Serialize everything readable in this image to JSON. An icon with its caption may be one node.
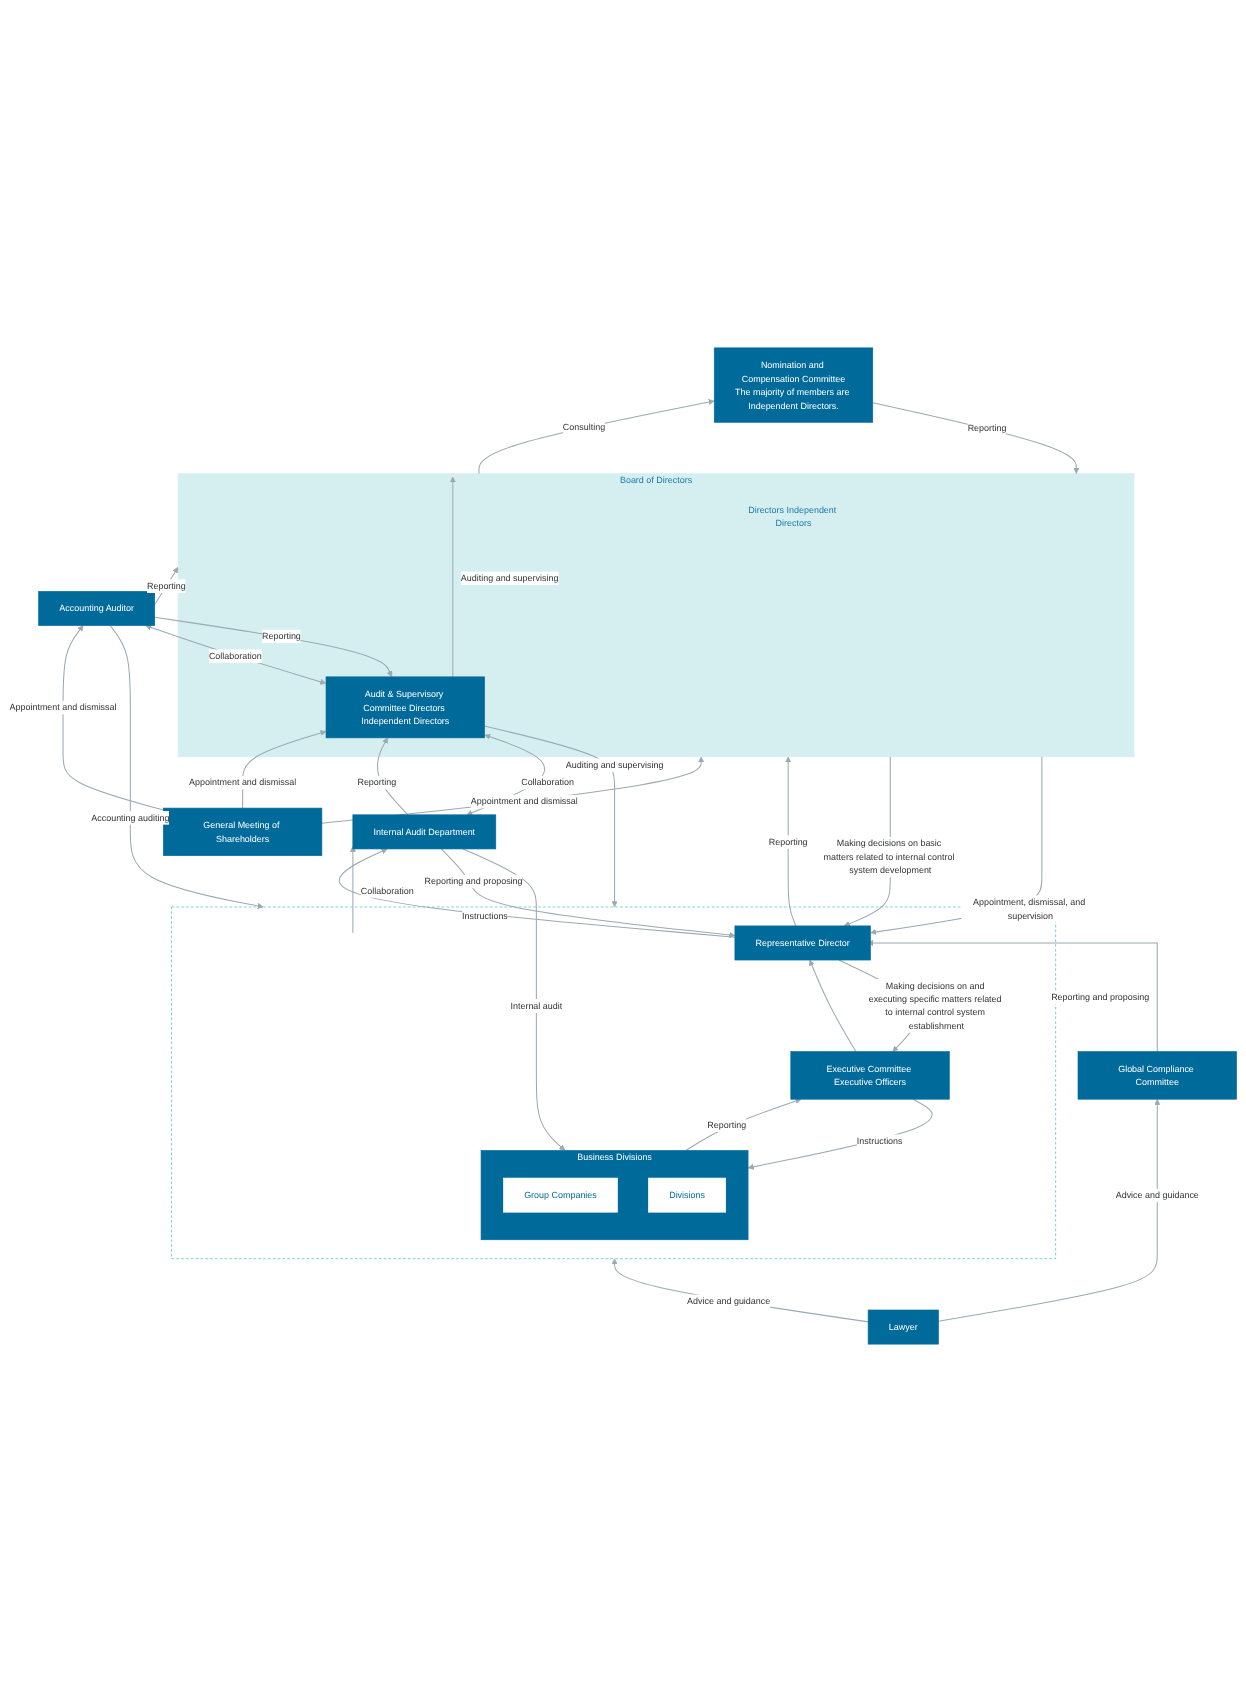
{
  "diagram": {
    "nodes": [
      {
        "text": [
          "General Meeting of Shareholders"
        ]
      },
      {
        "text": [
          "Nomination and Compensation Committee",
          "The majority of members are Independent Directors."
        ]
      },
      {
        "text": [
          "Board of Directors",
          "Directors Independent Directors"
        ]
      },
      {
        "text": [
          "Audit & Supervisory Committee Directors Independent Directors"
        ],
        "in": 2
      },
      {
        "text": [
          "Accounting Auditor"
        ]
      },
      {
        "text": [
          "Internal Audit Department"
        ]
      },
      {
        "text": [],
        "shape": "box"
      },
      {
        "text": [
          "Representative Director"
        ],
        "in": 6
      },
      {
        "text": [
          "Executive Committee Executive Officers"
        ],
        "in": 6
      },
      {
        "text": [
          "Business Divisions"
        ],
        "in": 6
      },
      {
        "text": [
          "Group Companies"
        ],
        "in": 9
      },
      {
        "text": [
          "Divisions"
        ],
        "in": 9
      },
      {
        "text": [
          "Global Compliance Committee"
        ]
      },
      {
        "text": [
          "Lawyer"
        ]
      }
    ],
    "edges": [
      {
        "from": 0,
        "to": 2,
        "arrow": "to",
        "label": "Appointment and dismissal"
      },
      {
        "from": 0,
        "to": 3,
        "arrow": "to",
        "label": "Appointment and dismissal"
      },
      {
        "from": 0,
        "to": 4,
        "arrow": "to",
        "label": "Appointment and dismissal"
      },
      {
        "from": 2,
        "to": 1,
        "arrow": "to",
        "label": "Consulting"
      },
      {
        "from": 1,
        "to": 2,
        "arrow": "to",
        "label": "Reporting"
      },
      {
        "from": 3,
        "to": 5,
        "arrow": "both",
        "label": "Collaboration"
      },
      {
        "from": 5,
        "to": 3,
        "arrow": "to",
        "label": "Reporting"
      },
      {
        "from": 4,
        "to": 2,
        "arrow": "to",
        "label": "Reporting"
      },
      {
        "from": 4,
        "to": 3,
        "arrow": "to",
        "label": "Reporting"
      },
      {
        "from": 3,
        "to": 4,
        "arrow": "both",
        "label": "Collaboration"
      },
      {
        "from": 3,
        "to": 2,
        "arrow": "to",
        "label": "Auditing and supervising"
      },
      {
        "from": 4,
        "to": 6,
        "arrow": "to",
        "label": "Accounting auditing"
      },
      {
        "from": 3,
        "to": 6,
        "arrow": "to",
        "label": "Auditing and supervising"
      },
      {
        "from": 7,
        "to": 2,
        "arrow": "to",
        "label": "Reporting"
      },
      {
        "from": 2,
        "to": 7,
        "arrow": "to",
        "label": "Making decisions on basic matters related to internal control system development"
      },
      {
        "from": 2,
        "to": 7,
        "arrow": "to",
        "label": "Appointment, dismissal, and supervision"
      },
      {
        "from": 7,
        "to": 5,
        "arrow": "to",
        "label": "Instructions"
      },
      {
        "from": 5,
        "to": 7,
        "arrow": "to",
        "label": "Reporting and proposing"
      },
      {
        "from": 12,
        "to": 7,
        "arrow": "to",
        "label": "Reporting and proposing"
      },
      {
        "from": 7,
        "to": 8,
        "arrow": "to",
        "label": "Making decisions on and executing specific matters related to internal control system establishment"
      },
      {
        "from": 8,
        "to": 7,
        "arrow": "to"
      },
      {
        "from": 8,
        "to": 9,
        "arrow": "to",
        "label": "Instructions"
      },
      {
        "from": 9,
        "to": 8,
        "arrow": "to",
        "label": "Reporting"
      },
      {
        "from": 5,
        "to": 9,
        "arrow": "to",
        "label": "Internal audit"
      },
      {
        "from": 13,
        "to": 12,
        "arrow": "to",
        "label": "Advice and guidance"
      },
      {
        "from": 13,
        "to": 6,
        "arrow": "to",
        "label": "Advice and guidance"
      },
      {
        "from": null,
        "to": 5,
        "arrow": "to",
        "label": "Collaboration"
      }
    ]
  }
}
